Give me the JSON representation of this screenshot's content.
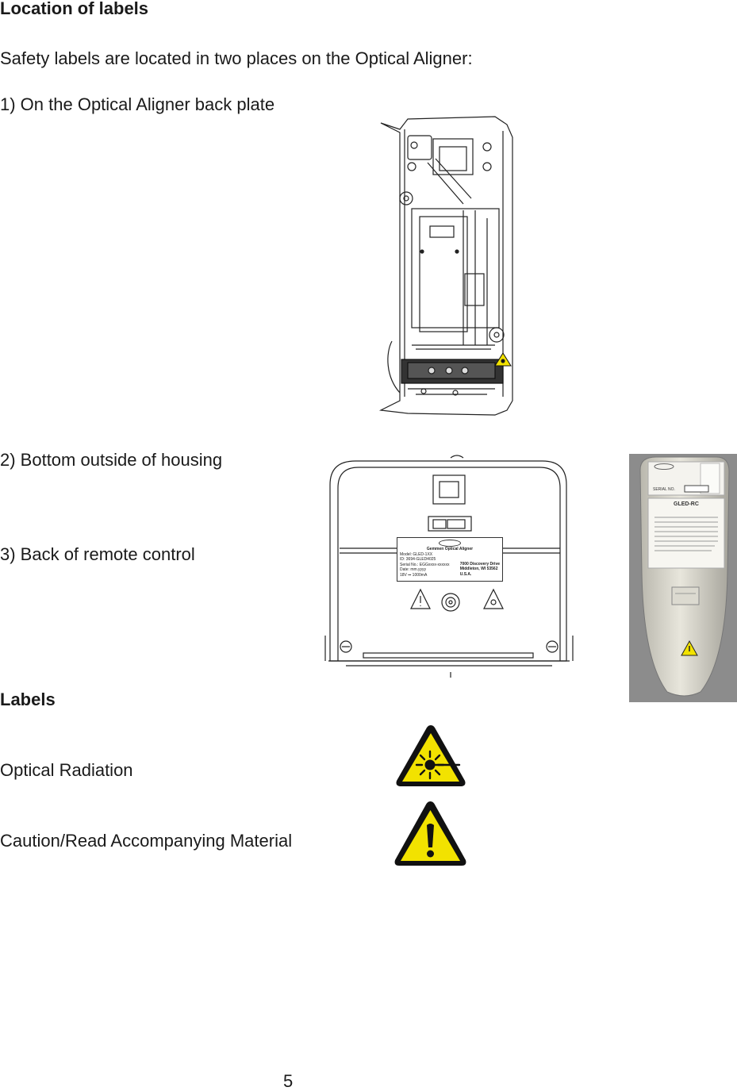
{
  "heading": "Location of labels",
  "intro": "Safety labels are located in two places on the Optical Aligner:",
  "locations": [
    {
      "label": "1) On the Optical Aligner back plate"
    },
    {
      "label": "2) Bottom outside of housing"
    },
    {
      "label": "3) Back of remote control"
    }
  ],
  "labels_heading": "Labels",
  "labels": [
    {
      "label": "Optical Radiation",
      "icon": "laser-radiation-warning-icon"
    },
    {
      "label": "Caution/Read Accompanying Material",
      "icon": "exclamation-warning-icon"
    }
  ],
  "housing_plate": {
    "title": "Gemmen Optical Aligner",
    "model": "Model: GLED-1XX",
    "id": "ID: 3694-GLED4025",
    "serial": "Serial No.: EGGxxxx-xxxxxx",
    "date": "Date: mm.yyyy",
    "power": "18V ⎓ 1000mA",
    "address": [
      "7000 Discovery Drive",
      "Middleton, WI 53562",
      "U.S.A."
    ]
  },
  "remote_label": {
    "model": "GLED-RC",
    "serial_label": "SERIAL NO."
  },
  "page_number": "5",
  "colors": {
    "warning_yellow": "#f2e200",
    "warning_black": "#111111"
  }
}
